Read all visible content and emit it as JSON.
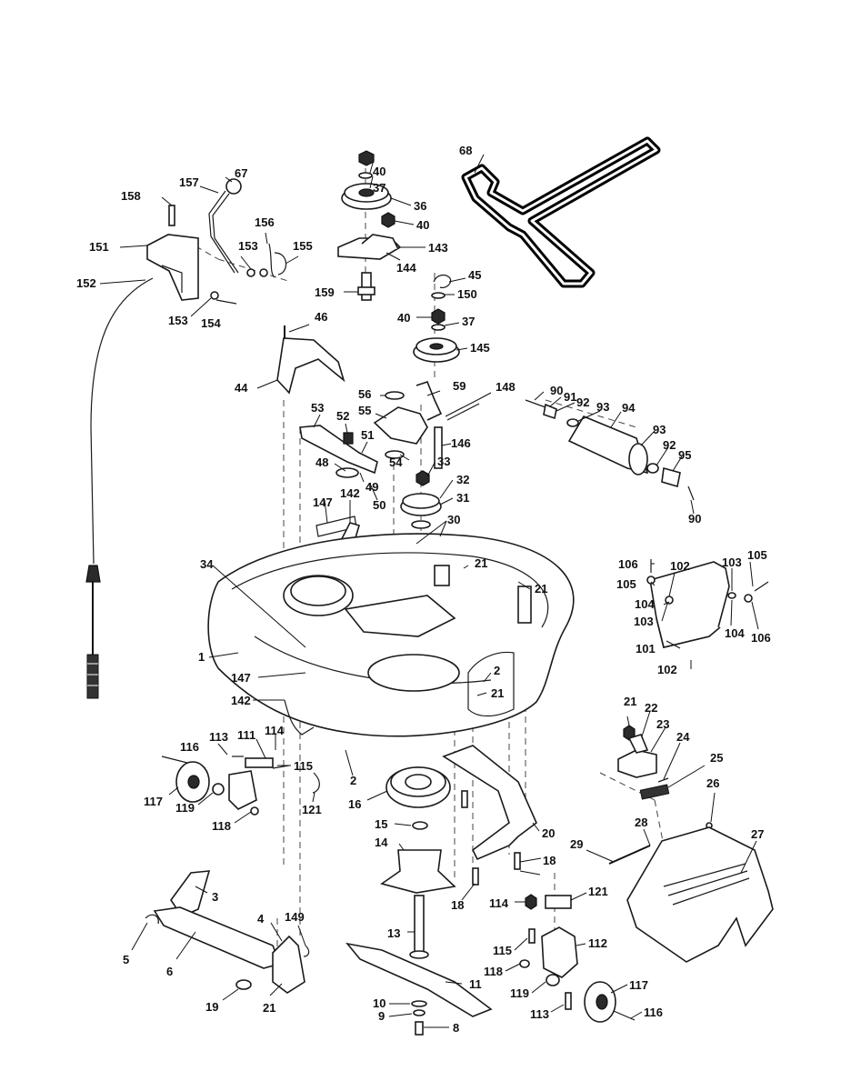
{
  "labels": {
    "l68": "68",
    "l40a": "40",
    "l37a": "37",
    "l36": "36",
    "l40b": "40",
    "l143": "143",
    "l144": "144",
    "l159": "159",
    "l45": "45",
    "l150": "150",
    "l40c": "40",
    "l37b": "37",
    "l145": "145",
    "l157": "157",
    "l67": "67",
    "l158": "158",
    "l156": "156",
    "l151": "151",
    "l153a": "153",
    "l155": "155",
    "l152": "152",
    "l153b": "153",
    "l154": "154",
    "l46": "46",
    "l44": "44",
    "l56": "56",
    "l59": "59",
    "l148": "148",
    "l55": "55",
    "l53": "53",
    "l52": "52",
    "l51": "51",
    "l146": "146",
    "l48": "48",
    "l54": "54",
    "l33": "33",
    "l49": "49",
    "l32": "32",
    "l50": "50",
    "l31": "31",
    "l147a": "147",
    "l142a": "142",
    "l30": "30",
    "l90a": "90",
    "l91": "91",
    "l92a": "92",
    "l93a": "93",
    "l94": "94",
    "l93b": "93",
    "l92b": "92",
    "l95": "95",
    "l90b": "90",
    "l34": "34",
    "l21a": "21",
    "l21b": "21",
    "l1": "1",
    "l147b": "147",
    "l2a": "2",
    "l21c": "21",
    "l106a": "106",
    "l102a": "102",
    "l103a": "103",
    "l105a": "105",
    "l105b": "105",
    "l104a": "104",
    "l103b": "103",
    "l104b": "104",
    "l106b": "106",
    "l101": "101",
    "l102b": "102",
    "l142b": "142",
    "l116a": "116",
    "l113a": "113",
    "l111": "111",
    "l114a": "114",
    "l115a": "115",
    "l2b": "2",
    "l117a": "117",
    "l119a": "119",
    "l121a": "121",
    "l118a": "118",
    "l16": "16",
    "l15": "15",
    "l14": "14",
    "l20": "20",
    "l18a": "18",
    "l18b": "18",
    "l21d": "21",
    "l22": "22",
    "l23": "23",
    "l24": "24",
    "l25": "25",
    "l26": "26",
    "l28": "28",
    "l29": "29",
    "l27": "27",
    "l3": "3",
    "l149": "149",
    "l4": "4",
    "l5": "5",
    "l6": "6",
    "l19": "19",
    "l21e": "21",
    "l13": "13",
    "l11": "11",
    "l10": "10",
    "l9": "9",
    "l8": "8",
    "l114b": "114",
    "l121b": "121",
    "l115b": "115",
    "l112": "112",
    "l118b": "118",
    "l119b": "119",
    "l117b": "117",
    "l113b": "113",
    "l116b": "116"
  }
}
